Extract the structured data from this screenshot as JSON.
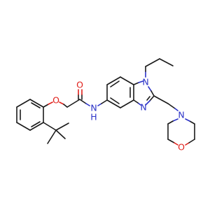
{
  "colors": {
    "carbon_bond": "#1a1a1a",
    "oxygen": "#e0201b",
    "nitrogen": "#2b32c8",
    "background": "#ffffff"
  },
  "atoms": {
    "carbonyl_o": "O",
    "ether_o": "O",
    "amide_n": "N",
    "amide_h": "H",
    "imidazole_n1": "N",
    "imidazole_n3": "N",
    "morpholine_n": "N",
    "morpholine_o": "O"
  }
}
